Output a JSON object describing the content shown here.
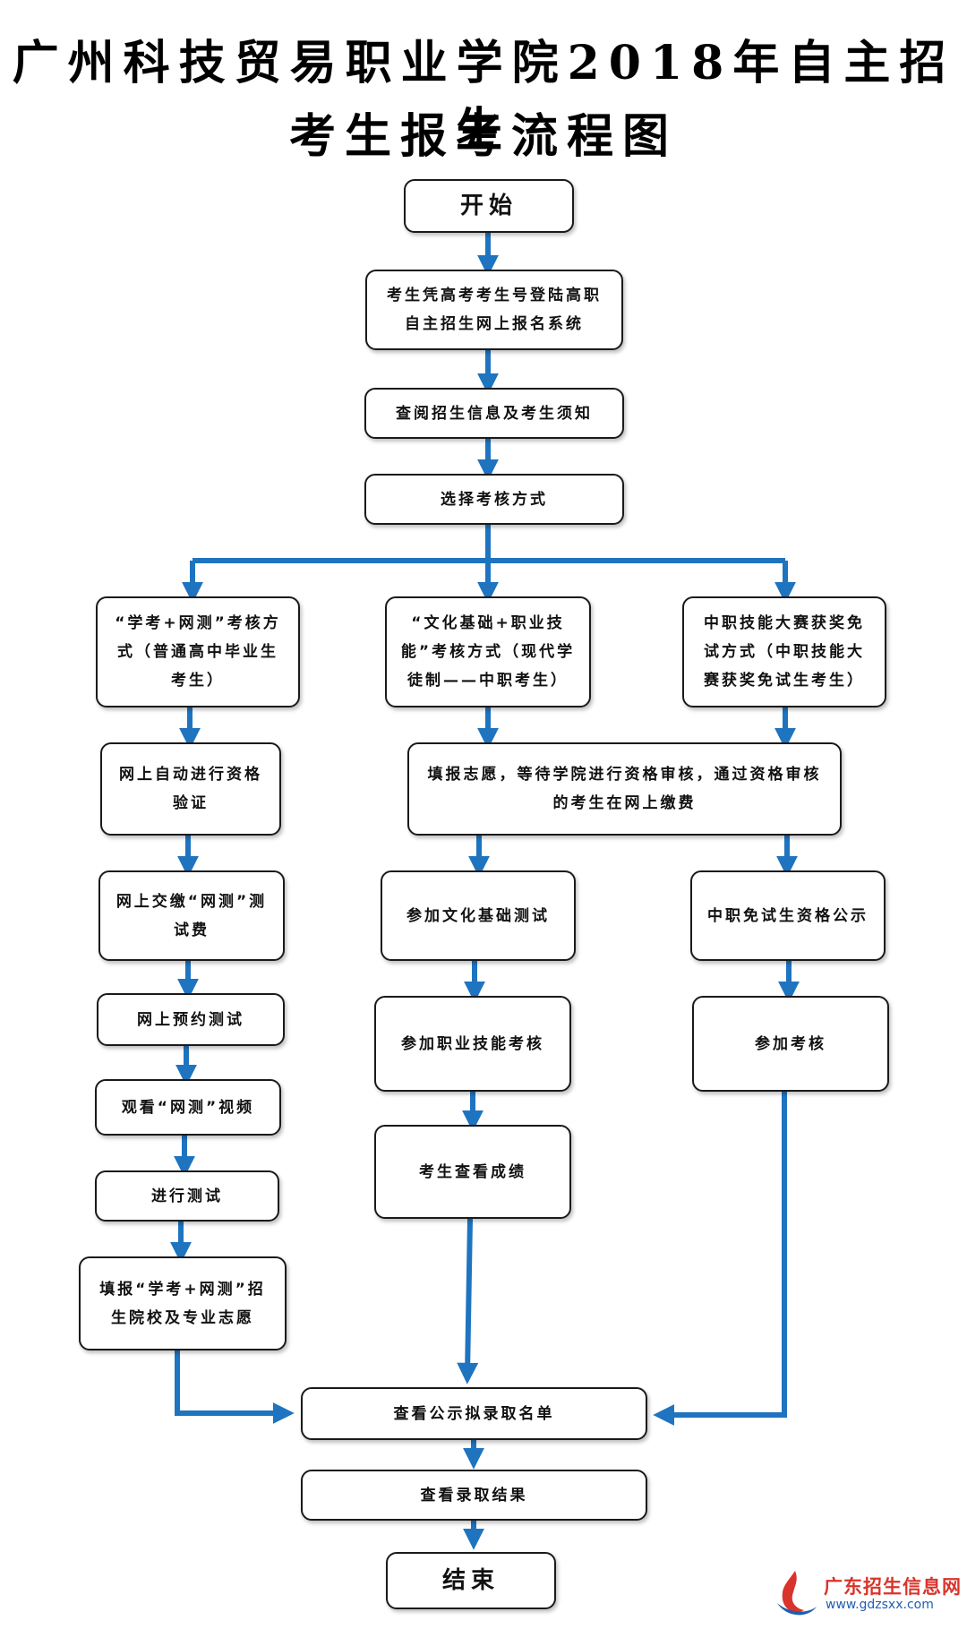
{
  "title": {
    "line1": "广州科技贸易职业学院2018年自主招生",
    "line2": "考生报考流程图"
  },
  "colors": {
    "arrow": "#1f74c0",
    "box_border": "#1a1a1a"
  },
  "nodes": {
    "start": "开始",
    "login": "考生凭高考考生号登陆高职自主招生网上报名系统",
    "read_info": "查阅招生信息及考生须知",
    "choose_method": "选择考核方式",
    "path_a": "“学考+网测”考核方式（普通高中毕业生考生）",
    "path_b": "“文化基础+职业技能”考核方式（现代学徒制——中职考生）",
    "path_c": "中职技能大赛获奖免试方式（中职技能大赛获奖免试生考生）",
    "a_verify": "网上自动进行资格验证",
    "a_pay": "网上交缴“网测”测试费",
    "a_book": "网上预约测试",
    "a_video": "观看“网测”视频",
    "a_test": "进行测试",
    "a_apply": "填报“学考+网测”招生院校及专业志愿",
    "bc_apply": "填报志愿，等待学院进行资格审核，通过资格审核的考生在网上缴费",
    "b_culture": "参加文化基础测试",
    "b_skill": "参加职业技能考核",
    "b_score": "考生查看成绩",
    "c_publicity": "中职免试生资格公示",
    "c_assess": "参加考核",
    "view_list": "查看公示拟录取名单",
    "view_result": "查看录取结果",
    "end": "结束"
  },
  "watermark": {
    "brand": "广东招生信息网",
    "url": "www.gdzsxx.com",
    "icon": "flame-logo-icon"
  }
}
